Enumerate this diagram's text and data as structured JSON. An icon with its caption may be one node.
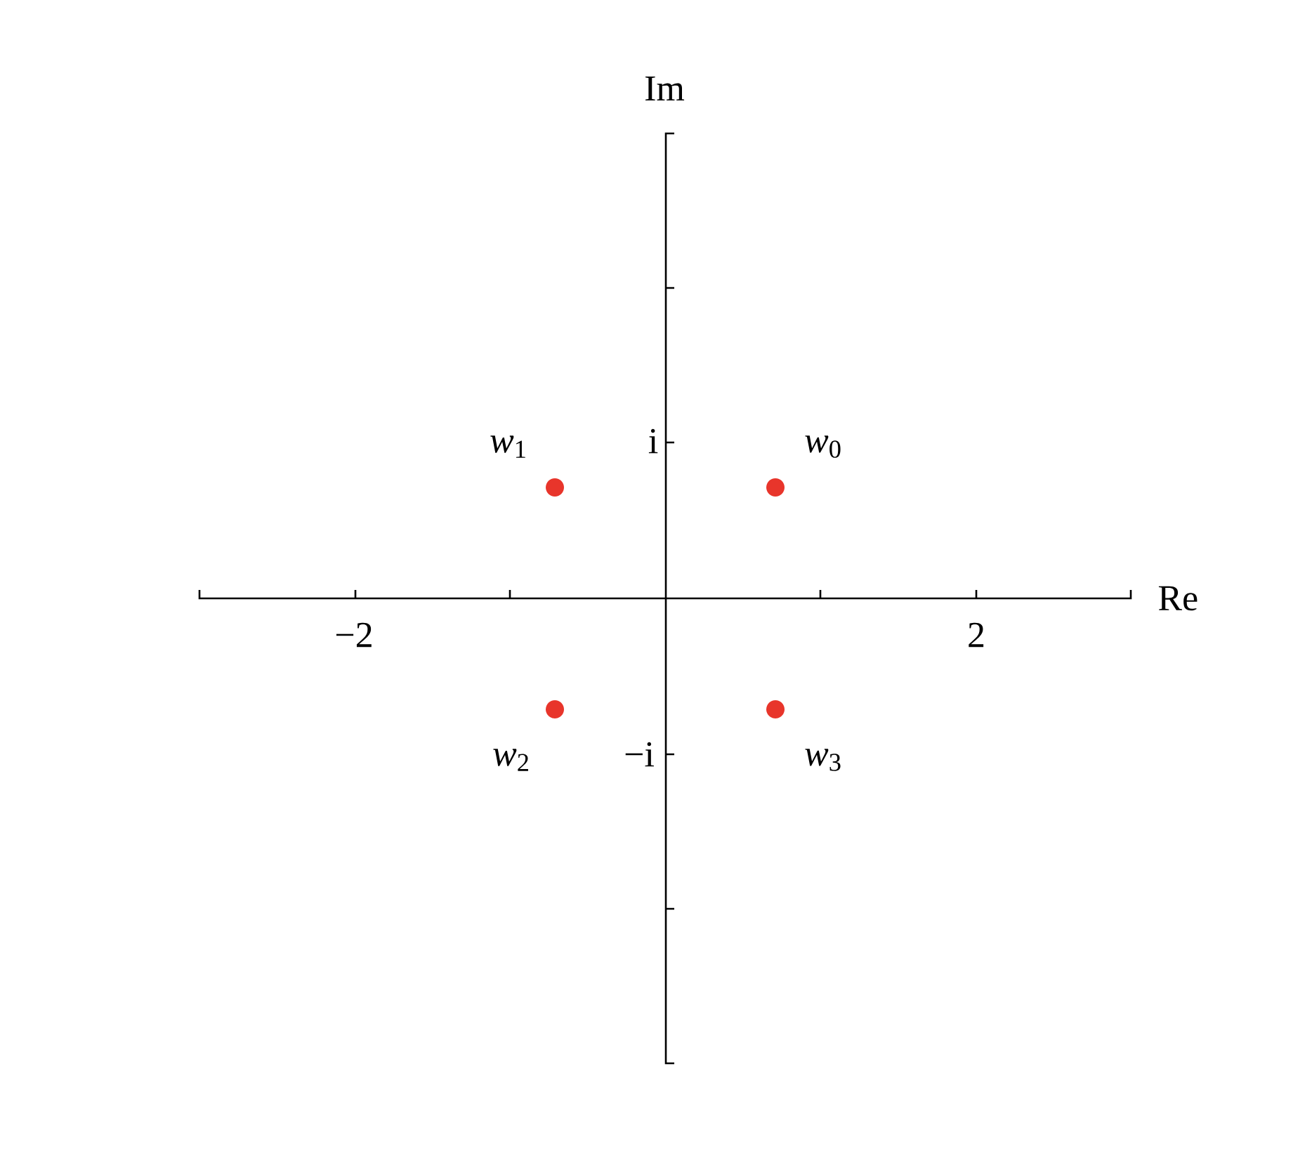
{
  "diagram": {
    "nodes": [
      {
        "text": [],
        "shape": "circle",
        "beside": [
          "*w*$_{0}$"
        ]
      },
      {
        "text": [],
        "shape": "circle",
        "beside": [
          "*w*$_{1}$"
        ]
      },
      {
        "text": [],
        "shape": "circle",
        "beside": [
          "*w*$_{2}$"
        ]
      },
      {
        "text": [],
        "shape": "circle",
        "beside": [
          "*w*$_{3}$"
        ]
      }
    ],
    "labels": [
      "Im",
      "i",
      "Re",
      "−2",
      "2",
      "−i"
    ]
  }
}
